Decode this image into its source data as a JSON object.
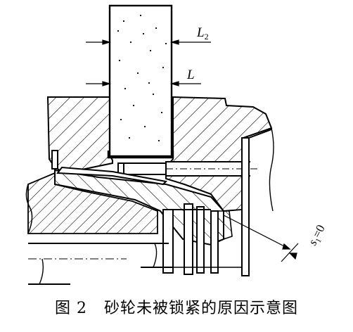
{
  "figure": {
    "labels": {
      "l2_main": "L",
      "l2_sub": "2",
      "l": "L",
      "s_main": "s",
      "s_sub": "1",
      "s_rest": "=0"
    },
    "caption": {
      "number": "图 2",
      "text": "砂轮未被锁紧的原因示意图"
    }
  }
}
